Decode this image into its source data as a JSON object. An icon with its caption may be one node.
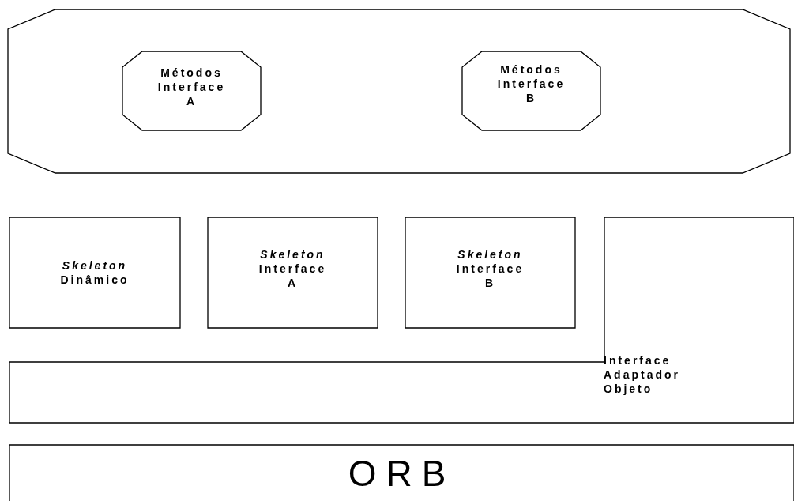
{
  "diagram": {
    "nodes": [
      {
        "text": [],
        "shape": "octagon"
      },
      {
        "text": [
          "Métodos Interface A"
        ],
        "in": 0
      },
      {
        "text": [
          "Métodos Interface B"
        ],
        "in": 0
      },
      {
        "text": [
          "*Skeleton* Dinâmico"
        ]
      },
      {
        "text": [
          "*Skeleton* Interface A"
        ]
      },
      {
        "text": [
          "*Skeleton* Interface B"
        ]
      },
      {
        "text": [
          "Interface Adaptador Objeto"
        ]
      },
      {
        "text": [
          "ORB"
        ]
      }
    ]
  }
}
